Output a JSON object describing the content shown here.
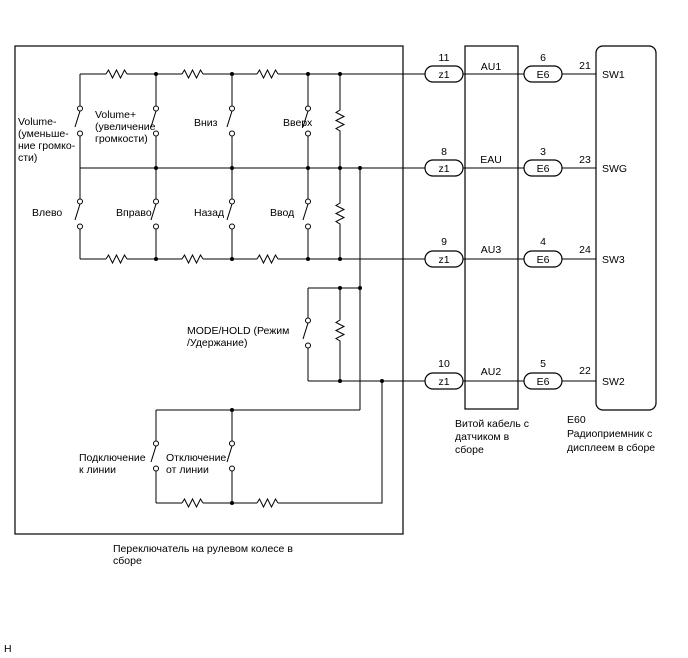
{
  "switch_assembly": {
    "labels": {
      "vol_minus": [
        "Volume-",
        "(уменьше-",
        "ние громко-",
        "сти)"
      ],
      "vol_plus": [
        "Volume+",
        "(увеличение",
        "громкости)"
      ],
      "down": "Вниз",
      "up": "Вверх",
      "left": "Влево",
      "right": "Вправо",
      "back": "Назад",
      "enter": "Ввод",
      "mode_hold": [
        "MODE/HOLD (Режим",
        "/Удержание)"
      ],
      "on_hook": [
        "Подключение",
        "к линии"
      ],
      "off_hook": [
        "Отключение",
        "от линии"
      ]
    },
    "caption": [
      "Переключатель на рулевом колесе в",
      "сборе"
    ]
  },
  "connectors": {
    "z1": "z1",
    "e6": "E6"
  },
  "rows": [
    {
      "z1_pin": "11",
      "signal": "AU1",
      "e6_pin": "6",
      "radio_pin": "21",
      "radio_signal": "SW1"
    },
    {
      "z1_pin": "8",
      "signal": "EAU",
      "e6_pin": "3",
      "radio_pin": "23",
      "radio_signal": "SWG"
    },
    {
      "z1_pin": "9",
      "signal": "AU3",
      "e6_pin": "4",
      "radio_pin": "24",
      "radio_signal": "SW3"
    },
    {
      "z1_pin": "10",
      "signal": "AU2",
      "e6_pin": "5",
      "radio_pin": "22",
      "radio_signal": "SW2"
    }
  ],
  "spiral_cable": {
    "caption": [
      "Витой кабель с",
      "датчиком в",
      "сборе"
    ]
  },
  "radio": {
    "code": "E60",
    "caption": [
      "Радиоприемник с",
      "дисплеем в сборе"
    ]
  },
  "corner_mark": "H"
}
